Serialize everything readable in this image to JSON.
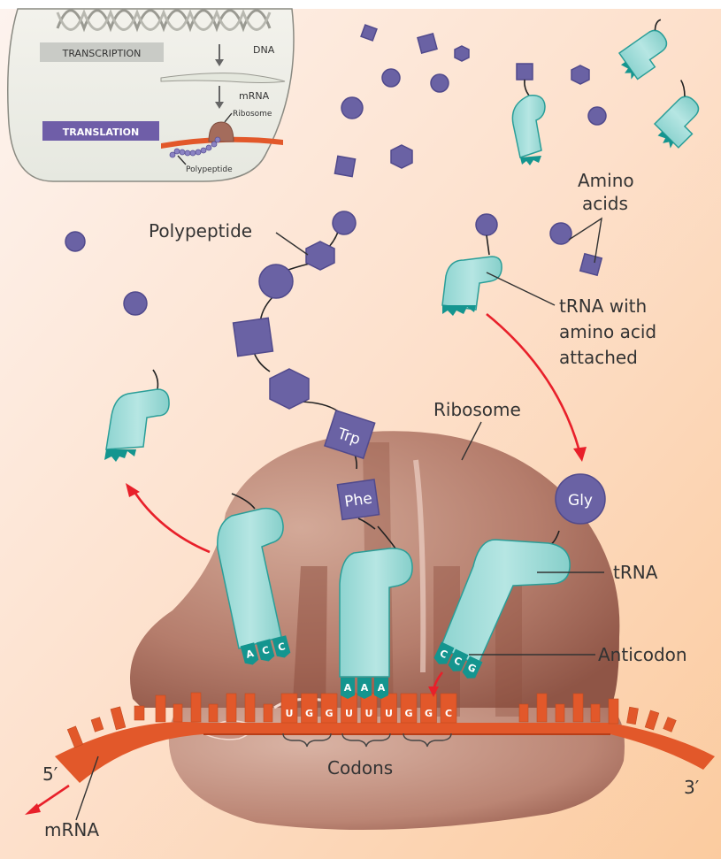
{
  "inset": {
    "transcription_label": "TRANSCRIPTION",
    "translation_label": "TRANSLATION",
    "dna_label": "DNA",
    "mrna_label": "mRNA",
    "ribosome_label": "Ribosome",
    "polypeptide_label": "Polypeptide"
  },
  "labels": {
    "polypeptide": "Polypeptide",
    "amino_acids_line1": "Amino",
    "amino_acids_line2": "acids",
    "trna_attached_line1": "tRNA with",
    "trna_attached_line2": "amino acid",
    "trna_attached_line3": "attached",
    "ribosome": "Ribosome",
    "trna": "tRNA",
    "anticodon": "Anticodon",
    "codons": "Codons",
    "five_prime": "5′",
    "three_prime": "3′",
    "mrna": "mRNA"
  },
  "amino_acids": {
    "trp": "Trp",
    "phe": "Phe",
    "gly": "Gly"
  },
  "anticodons": {
    "exiting": [
      "A",
      "C",
      "C"
    ],
    "p_site": [
      "A",
      "A",
      "A"
    ],
    "a_site": [
      "C",
      "C",
      "G"
    ]
  },
  "codons": [
    "U",
    "G",
    "G",
    "U",
    "U",
    "U",
    "G",
    "G",
    "C"
  ],
  "colors": {
    "background_top": "#fdeee6",
    "background_bottom": "#fbcfa5",
    "amino_acid": "#6a62a4",
    "trna": "#8fd6d2",
    "anticodon": "#14958f",
    "ribosome": "#b27868",
    "mrna": "#e2582a",
    "arrow": "#e8202a",
    "translation_box": "#6f5ea8",
    "transcription_box": "#c9cbc6"
  }
}
